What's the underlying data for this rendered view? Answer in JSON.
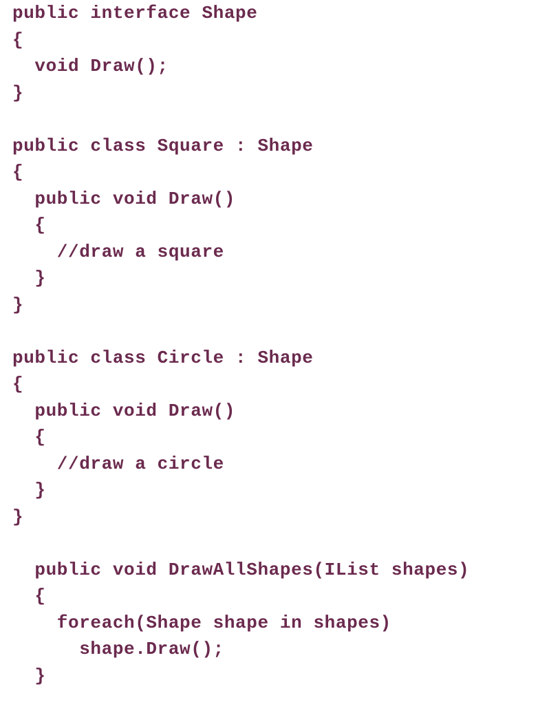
{
  "code": {
    "lines": [
      "public interface Shape",
      "{",
      "  void Draw();",
      "}",
      "",
      "public class Square : Shape",
      "{",
      "  public void Draw()",
      "  {",
      "    //draw a square",
      "  }",
      "}",
      "",
      "public class Circle : Shape",
      "{",
      "  public void Draw()",
      "  {",
      "    //draw a circle",
      "  }",
      "}",
      "",
      "  public void DrawAllShapes(IList shapes)",
      "  {",
      "    foreach(Shape shape in shapes)",
      "      shape.Draw();",
      "  }"
    ]
  },
  "colors": {
    "text": "#6b2a4e",
    "background": "#ffffff"
  }
}
